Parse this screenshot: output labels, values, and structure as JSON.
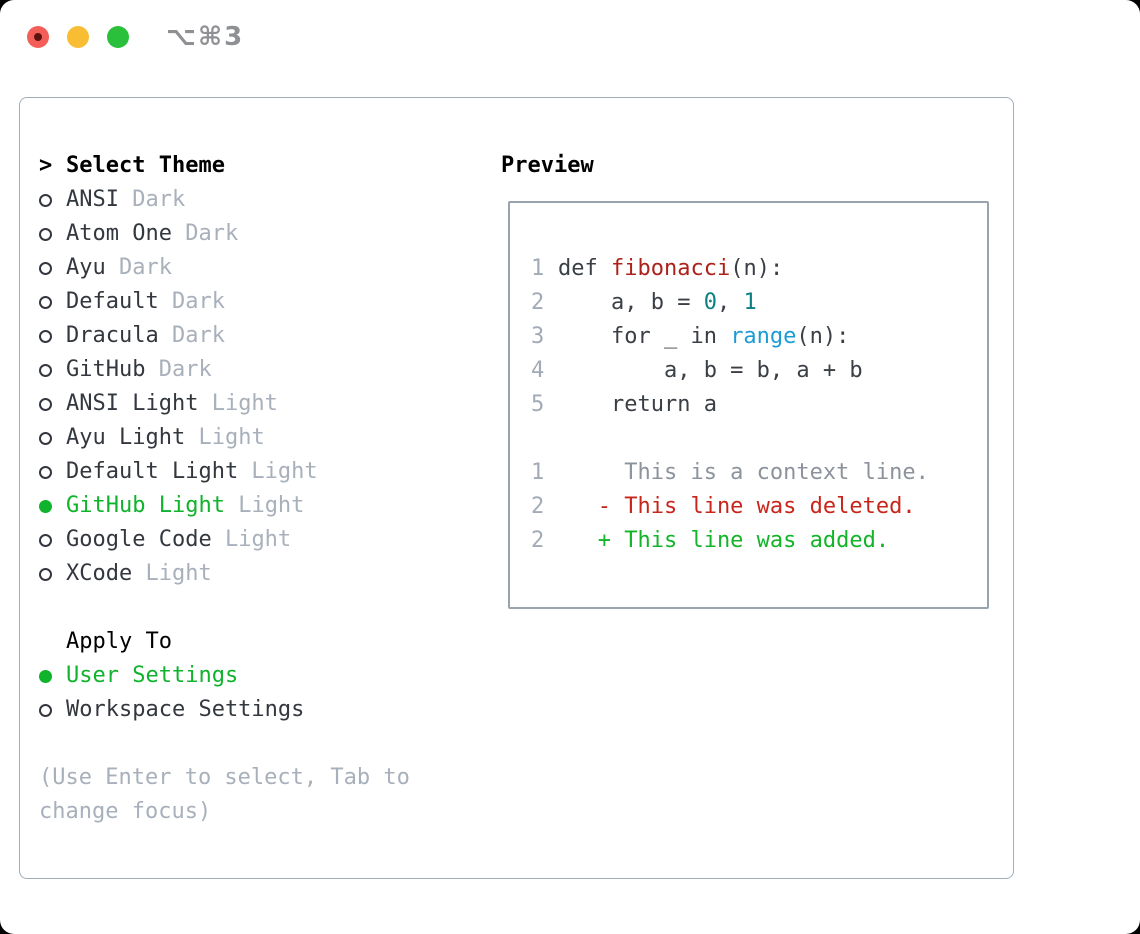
{
  "window": {
    "shortcut": "⌥⌘3",
    "traffic_lights": [
      {
        "name": "close",
        "color": "#f35f58",
        "edited_dot": true
      },
      {
        "name": "minimize",
        "color": "#f9bd33"
      },
      {
        "name": "zoom",
        "color": "#2bc03c"
      }
    ]
  },
  "theme_panel": {
    "header": {
      "marker": ">",
      "label": "Select Theme"
    },
    "themes": [
      {
        "name": "ANSI",
        "tag": "Dark",
        "selected": false
      },
      {
        "name": "Atom One",
        "tag": "Dark",
        "selected": false
      },
      {
        "name": "Ayu",
        "tag": "Dark",
        "selected": false
      },
      {
        "name": "Default",
        "tag": "Dark",
        "selected": false
      },
      {
        "name": "Dracula",
        "tag": "Dark",
        "selected": false
      },
      {
        "name": "GitHub",
        "tag": "Dark",
        "selected": false
      },
      {
        "name": "ANSI Light",
        "tag": "Light",
        "selected": false
      },
      {
        "name": "Ayu Light",
        "tag": "Light",
        "selected": false
      },
      {
        "name": "Default Light",
        "tag": "Light",
        "selected": false
      },
      {
        "name": "GitHub Light",
        "tag": "Light",
        "selected": true
      },
      {
        "name": "Google Code",
        "tag": "Light",
        "selected": false
      },
      {
        "name": "XCode",
        "tag": "Light",
        "selected": false
      }
    ],
    "apply_to": {
      "label": "Apply To",
      "options": [
        {
          "name": "User Settings",
          "selected": true
        },
        {
          "name": "Workspace Settings",
          "selected": false
        }
      ]
    },
    "hint": "(Use Enter to select, Tab to change focus)"
  },
  "preview": {
    "title": "Preview",
    "lines": [
      {
        "n": "1",
        "tokens": [
          [
            "def ",
            "code"
          ],
          [
            "fibonacci",
            "fn"
          ],
          [
            "(n):",
            "code"
          ]
        ]
      },
      {
        "n": "2",
        "tokens": [
          [
            "    a, b = ",
            "code"
          ],
          [
            "0",
            "num"
          ],
          [
            ", ",
            "code"
          ],
          [
            "1",
            "num"
          ]
        ]
      },
      {
        "n": "3",
        "tokens": [
          [
            "    for _ in ",
            "code"
          ],
          [
            "range",
            "builtin"
          ],
          [
            "(n):",
            "code"
          ]
        ]
      },
      {
        "n": "4",
        "tokens": [
          [
            "        a, b = b, a + b",
            "code"
          ]
        ]
      },
      {
        "n": "5",
        "tokens": [
          [
            "    return a",
            "code"
          ]
        ]
      },
      {
        "n": "",
        "tokens": []
      },
      {
        "n": "1",
        "tokens": [
          [
            "     This is a context line.",
            "ctx"
          ]
        ]
      },
      {
        "n": "2",
        "tokens": [
          [
            "   - This line was deleted.",
            "del"
          ]
        ]
      },
      {
        "n": "2",
        "tokens": [
          [
            "   + This line was added.",
            "add"
          ]
        ]
      }
    ]
  },
  "colors": {
    "header": "#000000",
    "text": "#33373e",
    "tag": "#a8b0bb",
    "hint": "#a8b0bb",
    "selected_green": "#0fb32c",
    "border": "#a2adb8",
    "preview_border": "#99a3ae",
    "line_num": "#a1aab6",
    "code": "#3a3f46",
    "fn": "#ad211b",
    "num": "#0c7f82",
    "builtin": "#1d9bd5",
    "ctx": "#8c939c",
    "del": "#c9261b",
    "add": "#14b42a",
    "light_red": "#f35f58",
    "light_yellow": "#f9bd33",
    "light_green": "#2bc03c",
    "red_dot": "#5e1210",
    "shortcut": "#8e9093"
  }
}
